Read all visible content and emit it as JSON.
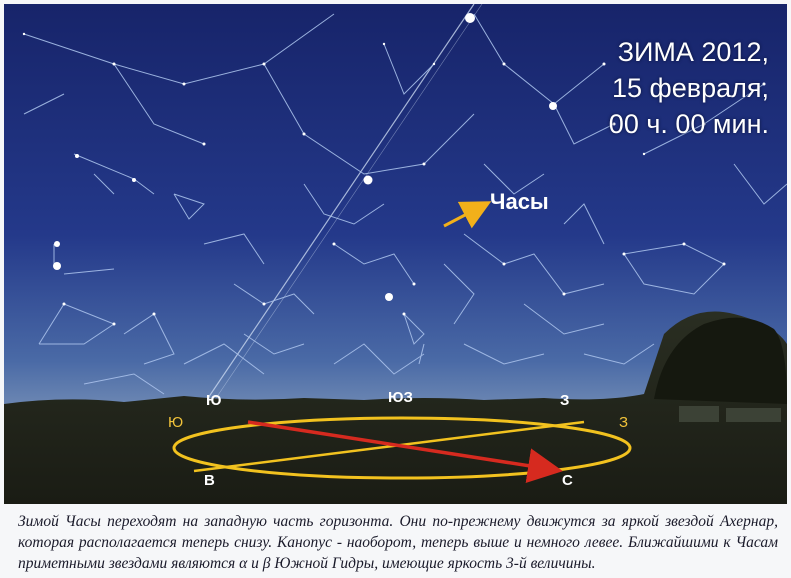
{
  "title": {
    "line1": "ЗИМА 2012,",
    "line2": "15 февраля,",
    "line3": "00 ч. 00 мин."
  },
  "constellation_label": "Часы",
  "directions": {
    "south_white": "Ю",
    "southwest": "ЮЗ",
    "west_white": "З",
    "south_yellow": "Ю",
    "west_yellow": "З",
    "east": "В",
    "north": "С"
  },
  "caption": "Зимой Часы переходят на западную часть горизонта. Они по-прежнему движутся за яркой звездой Ахернар, которая располагается теперь снизу. Канопус - наоборот, теперь выше и немного левее. Ближайшими к Часам приметными звездами являются α и β Южной Гидры, имеющие яркость 3-й величины.",
  "colors": {
    "sky_top": "#1b2a6e",
    "sky_bottom": "#3d5a96",
    "ground": "#222418",
    "ellipse": "#f2c21f",
    "arrow_red": "#d62a1f",
    "pointer_arrow": "#f2b01a",
    "constellation_lines": "#a8c0ea"
  }
}
